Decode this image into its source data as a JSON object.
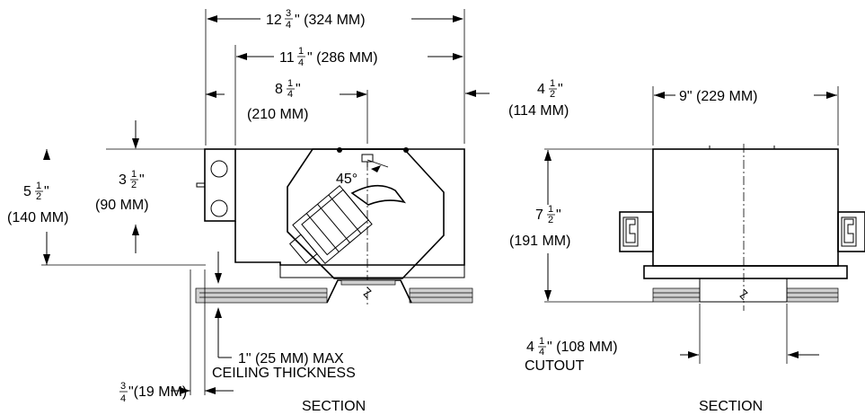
{
  "left_section": {
    "dim_overall_width": {
      "whole": "12",
      "num": "3",
      "den": "4",
      "rest": "\" (324 MM)"
    },
    "dim_inner_width": {
      "whole": "11",
      "num": "1",
      "den": "4",
      "rest": "\" (286 MM)"
    },
    "dim_offset": {
      "whole": "8",
      "num": "1",
      "den": "4",
      "mark": "\"",
      "metric": "(210 MM)"
    },
    "dim_clearance": {
      "whole": "4",
      "num": "1",
      "den": "2",
      "mark": "\"",
      "metric": "(114 MM)"
    },
    "dim_height": {
      "whole": "5",
      "num": "1",
      "den": "2",
      "mark": "\"",
      "metric": "(140 MM)"
    },
    "dim_box_height": {
      "whole": "3",
      "num": "1",
      "den": "2",
      "mark": "\"",
      "metric": "(90 MM)"
    },
    "angle_label": "45°",
    "ceiling_note_line1": "1\" (25 MM) MAX",
    "ceiling_note_line2": "CEILING THICKNESS",
    "dim_bar": {
      "num": "3",
      "den": "4",
      "rest": "\"(19 MM)"
    },
    "caption": "SECTION"
  },
  "right_section": {
    "dim_width": "9\" (229 MM)",
    "dim_height": {
      "whole": "7",
      "num": "1",
      "den": "2",
      "mark": "\"",
      "metric": "(191 MM)"
    },
    "dim_cutout": {
      "whole": "4",
      "num": "1",
      "den": "4",
      "rest": "\" (108 MM)"
    },
    "cutout_label": "CUTOUT",
    "caption": "SECTION"
  }
}
